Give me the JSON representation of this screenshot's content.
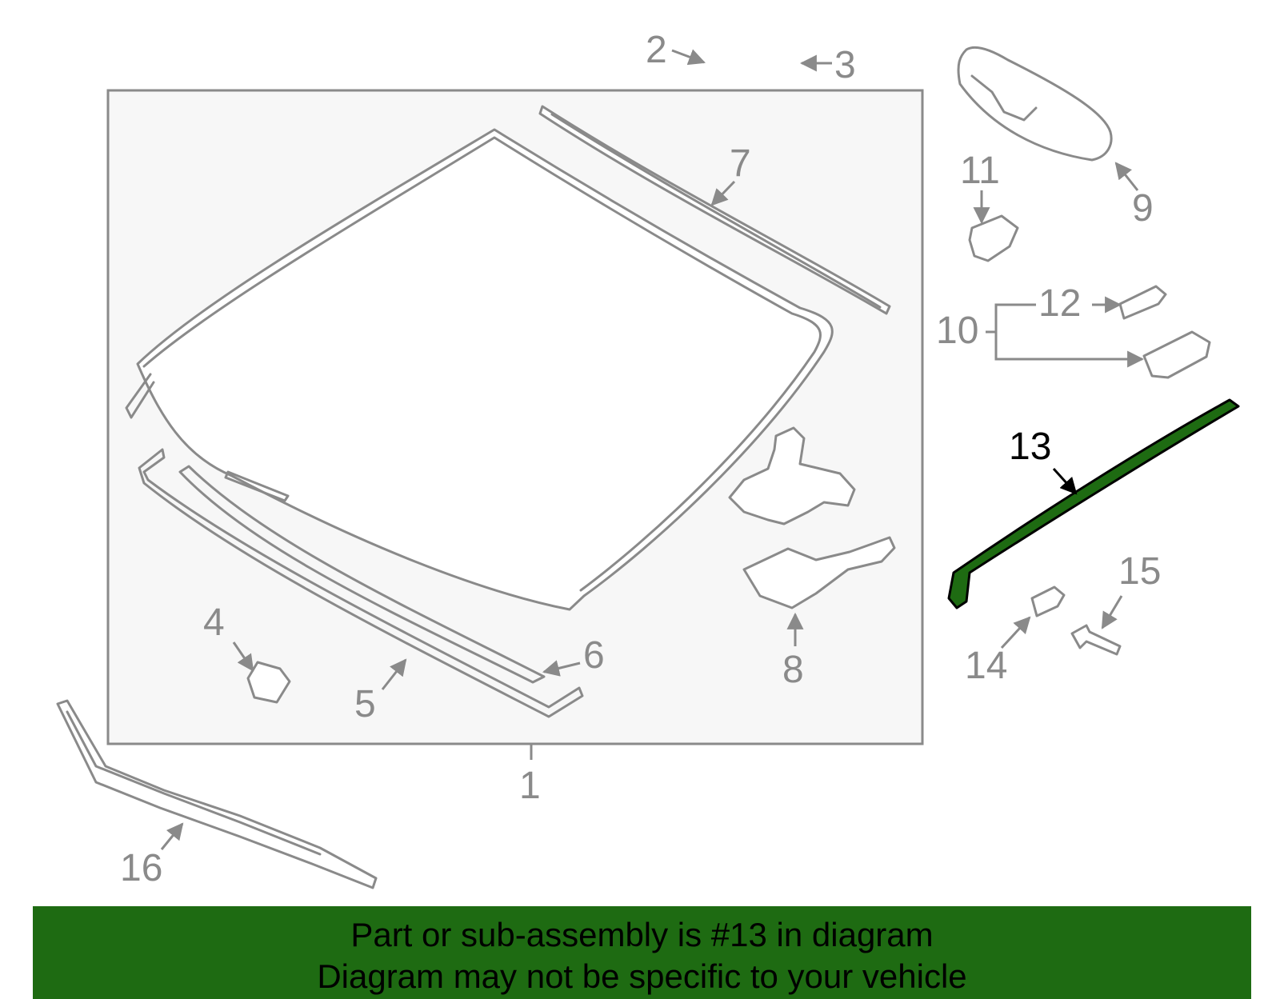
{
  "diagram": {
    "highlighted_part": "13",
    "highlight_color": "#1e6b12",
    "labels": {
      "p1": "1",
      "p2": "2",
      "p3": "3",
      "p4": "4",
      "p5": "5",
      "p6": "6",
      "p7": "7",
      "p8": "8",
      "p9": "9",
      "p10": "10",
      "p11": "11",
      "p12": "12",
      "p13": "13",
      "p14": "14",
      "p15": "15",
      "p16": "16"
    }
  },
  "banner": {
    "line1": "Part or sub-assembly is #13 in diagram",
    "line2": "Diagram may not be specific to your vehicle",
    "background": "#1e6b12"
  }
}
